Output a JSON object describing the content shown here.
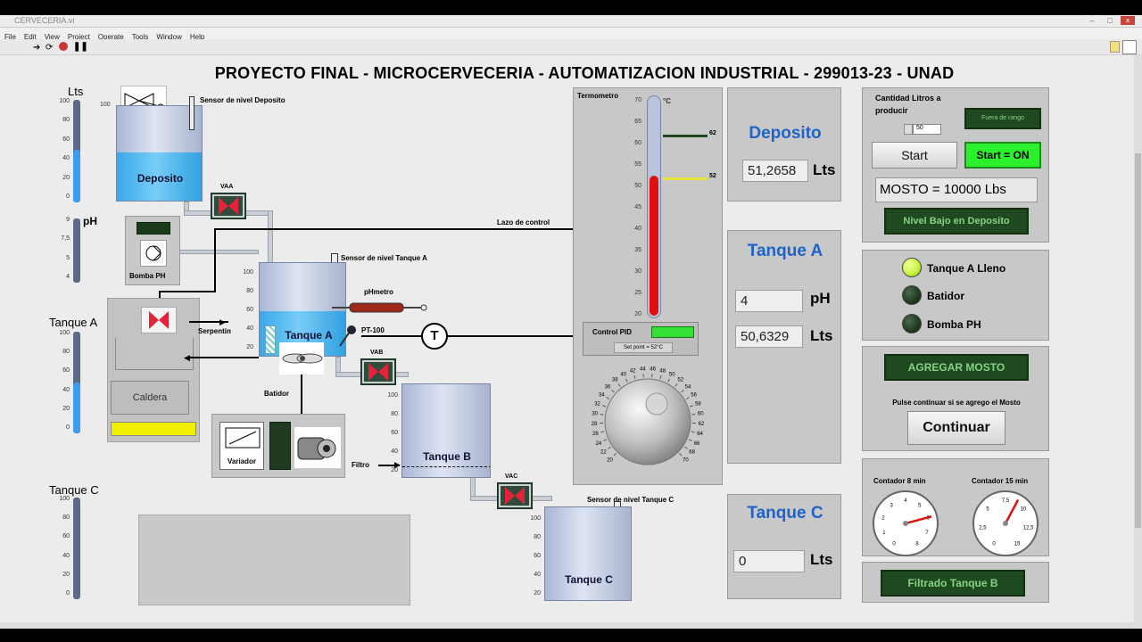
{
  "window": {
    "title": "CERVECERIA.vi"
  },
  "menu": {
    "items": [
      "File",
      "Edit",
      "View",
      "Project",
      "Operate",
      "Tools",
      "Window",
      "Help"
    ]
  },
  "panel": {
    "title": "PROYECTO FINAL - MICROCERVECERIA - AUTOMATIZACION INDUSTRIAL -  299013-23 - UNAD"
  },
  "gauges": {
    "lts_label": "Lts",
    "lts_ticks": [
      "100",
      "80",
      "60",
      "40",
      "20",
      "0"
    ],
    "lts_level": 0.51,
    "ph_label": "pH",
    "ph_ticks": [
      "9",
      "7,5",
      "5",
      "4"
    ],
    "ph_level": 0.0,
    "tanque_a_label": "Tanque A",
    "tanque_a_ticks": [
      "100",
      "80",
      "60",
      "40",
      "20",
      "0"
    ],
    "tanque_a_level": 0.5,
    "tanque_c_label": "Tanque C",
    "tanque_c_ticks": [
      "100",
      "80",
      "60",
      "40",
      "20",
      "0"
    ],
    "tanque_c_level": 0.0
  },
  "process": {
    "sensor_deposito": "Sensor de nivel Deposito",
    "deposito_label": "Deposito",
    "deposito_tick_top": "100",
    "vaa": "VAA",
    "vab": "VAB",
    "vac": "VAC",
    "bomba_ph": "Bomba PH",
    "lazo": "Lazo de control",
    "sensor_tanque_a": "Sensor de nivel Tanque A",
    "tanque_a_label": "Tanque A",
    "tanque_a_ticks": [
      "100",
      "80",
      "60",
      "40",
      "20"
    ],
    "phmetro": "pHmetro",
    "pt100": "PT-100",
    "t_symbol": "T",
    "serpentin": "Serpentin",
    "caldera": "Caldera",
    "batidor": "Batidor",
    "variador": "Variador",
    "tanque_b_label": "Tanque B",
    "tanque_b_ticks": [
      "100",
      "80",
      "60",
      "40",
      "20"
    ],
    "filtro": "Filtro",
    "sensor_tanque_c": "Sensor de nivel Tanque C",
    "tanque_c_label": "Tanque C",
    "tanque_c_ticks": [
      "100",
      "80",
      "60",
      "40",
      "20"
    ]
  },
  "thermometer": {
    "label": "Termometro",
    "unit": "°C",
    "ticks": [
      "70",
      "65",
      "60",
      "55",
      "50",
      "45",
      "40",
      "35",
      "30",
      "25",
      "20"
    ],
    "value_c": 52,
    "marker_top": "62",
    "marker_bottom": "52"
  },
  "pid": {
    "label": "Control PID",
    "setpoint": "Set point = 52°C",
    "knob_ticks": [
      "20",
      "22",
      "24",
      "26",
      "28",
      "30",
      "32",
      "34",
      "36",
      "38",
      "40",
      "42",
      "44",
      "46",
      "48",
      "50",
      "52",
      "54",
      "56",
      "58",
      "60",
      "62",
      "64",
      "66",
      "68",
      "70"
    ]
  },
  "readouts": {
    "deposito_title": "Deposito",
    "deposito_value": "51,2658",
    "deposito_unit": "Lts",
    "tanque_a_title": "Tanque A",
    "tanque_a_ph": "4",
    "tanque_a_ph_unit": "pH",
    "tanque_a_lts": "50,6329",
    "tanque_a_lts_unit": "Lts",
    "tanque_c_title": "Tanque C",
    "tanque_c_value": "0",
    "tanque_c_unit": "Lts"
  },
  "control": {
    "cantidad_label": "Cantidad Litros a producir",
    "cantidad_value": "50",
    "fuera_rango": "Fuera de rango",
    "start": "Start",
    "start_on": "Start = ON",
    "mosto": "MOSTO =  10000 Lbs",
    "nivel_bajo": "Nivel Bajo en Deposito",
    "tanque_a_lleno": "Tanque A Lleno",
    "batidor": "Batidor",
    "bomba_ph": "Bomba PH",
    "agregar_mosto": "AGREGAR  MOSTO",
    "pulse_continuar": "Pulse continuar si se agrego el Mosto",
    "continuar": "Continuar",
    "contador8": "Contador 8 min",
    "contador8_ticks": [
      "0",
      "1",
      "2",
      "3",
      "4",
      "5",
      "6",
      "7",
      "8"
    ],
    "contador15": "Contador 15 min",
    "contador15_ticks": [
      "0",
      "2,5",
      "5",
      "7,5",
      "10",
      "12,5",
      "15"
    ],
    "filtrado": "Filtrado Tanque B"
  },
  "colors": {
    "led_on": "#c6f23a",
    "led_off": "#1f3a1f",
    "start_on_green": "#2cf02c",
    "thermo_red": "#e01010",
    "caldera_yellow": "#f0f000"
  }
}
